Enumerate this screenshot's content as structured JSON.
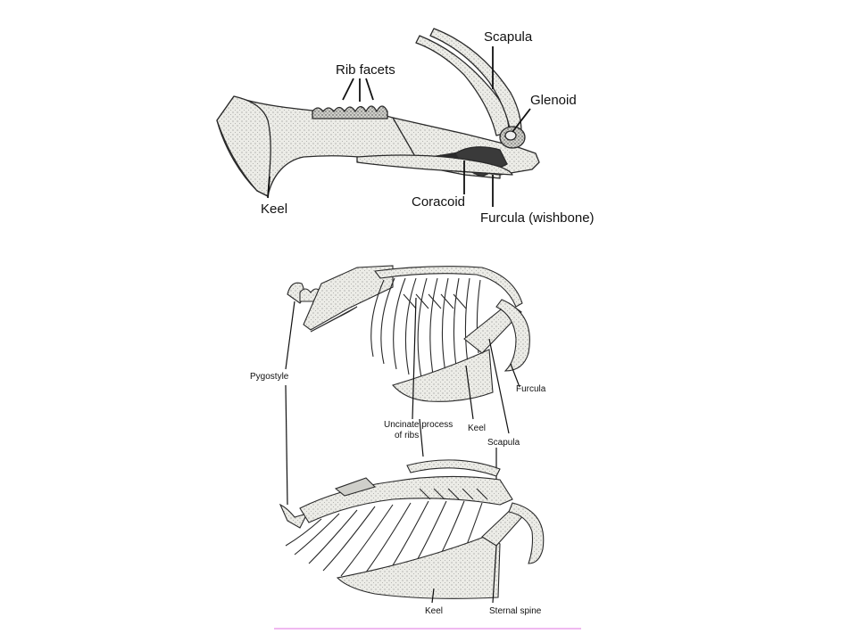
{
  "figures": {
    "sternum": {
      "labels": {
        "scapula": "Scapula",
        "rib_facets": "Rib facets",
        "glenoid": "Glenoid",
        "keel": "Keel",
        "coracoid": "Coracoid",
        "furcula": "Furcula (wishbone)"
      }
    },
    "skeletons": {
      "labels": {
        "pygostyle": "Pygostyle",
        "furcula": "Furcula",
        "uncinate_line1": "Uncinate process",
        "uncinate_line2": "of ribs",
        "keel_upper": "Keel",
        "scapula": "Scapula",
        "keel_lower": "Keel",
        "sternal_spine": "Sternal spine"
      }
    }
  },
  "colors": {
    "bone_fill": "#e9e9e4",
    "bone_stroke": "#2a2a2a",
    "leader_line": "#111111",
    "bottom_rule": "#e070e0"
  }
}
